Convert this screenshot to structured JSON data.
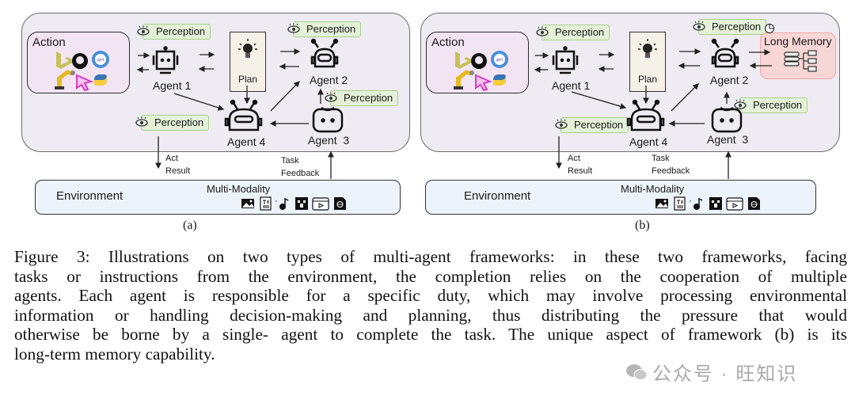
{
  "figure": {
    "panels": [
      {
        "id": "a",
        "sublabel": "(a)",
        "action_label": "Action",
        "action_icons": [
          "bing-icon",
          "github-icon",
          "api-gear-icon",
          "robot-arm-icon",
          "cursor-icon",
          "python-icon"
        ],
        "plan_label": "Plan",
        "agents": [
          "Agent 1",
          "Agent 2",
          "Agent  3",
          "Agent 4"
        ],
        "perception_label": "Perception",
        "act_result": [
          "Act",
          "Result"
        ],
        "task_feedback": [
          "Task",
          "Feedback"
        ],
        "environment_label": "Environment",
        "multimodality_label": "Multi-Modality",
        "modality_icons": [
          "image-icon",
          "text-doc-icon",
          "audio-icon",
          "game-icon",
          "video-icon",
          "web-icon"
        ]
      },
      {
        "id": "b",
        "sublabel": "(b)",
        "action_label": "Action",
        "action_icons": [
          "bing-icon",
          "github-icon",
          "api-gear-icon",
          "robot-arm-icon",
          "cursor-icon",
          "python-icon"
        ],
        "plan_label": "Plan",
        "agents": [
          "Agent 1",
          "Agent 2",
          "Agent  3",
          "Agent 4"
        ],
        "perception_label": "Perception",
        "memory_label": "Long Memory",
        "act_result": [
          "Act",
          "Result"
        ],
        "task_feedback": [
          "Task",
          "Feedback"
        ],
        "environment_label": "Environment",
        "multimodality_label": "Multi-Modality",
        "modality_icons": [
          "image-icon",
          "text-doc-icon",
          "audio-icon",
          "game-icon",
          "video-icon",
          "web-icon"
        ]
      }
    ],
    "caption_lines": [
      "Figure 3: Illustrations on two types of multi-agent frameworks: in these two frameworks, facing",
      "tasks or instructions from the environment, the completion relies on the cooperation of multiple",
      "agents. Each agent is responsible for a specific duty, which may involve processing environmental",
      "information or handling decision-making and planning, thus distributing the pressure that would",
      "otherwise be borne by a single- agent to complete the task. The unique aspect of framework (b) is its",
      "long-term memory capability."
    ],
    "watermark": "公众号 · 旺知识"
  }
}
